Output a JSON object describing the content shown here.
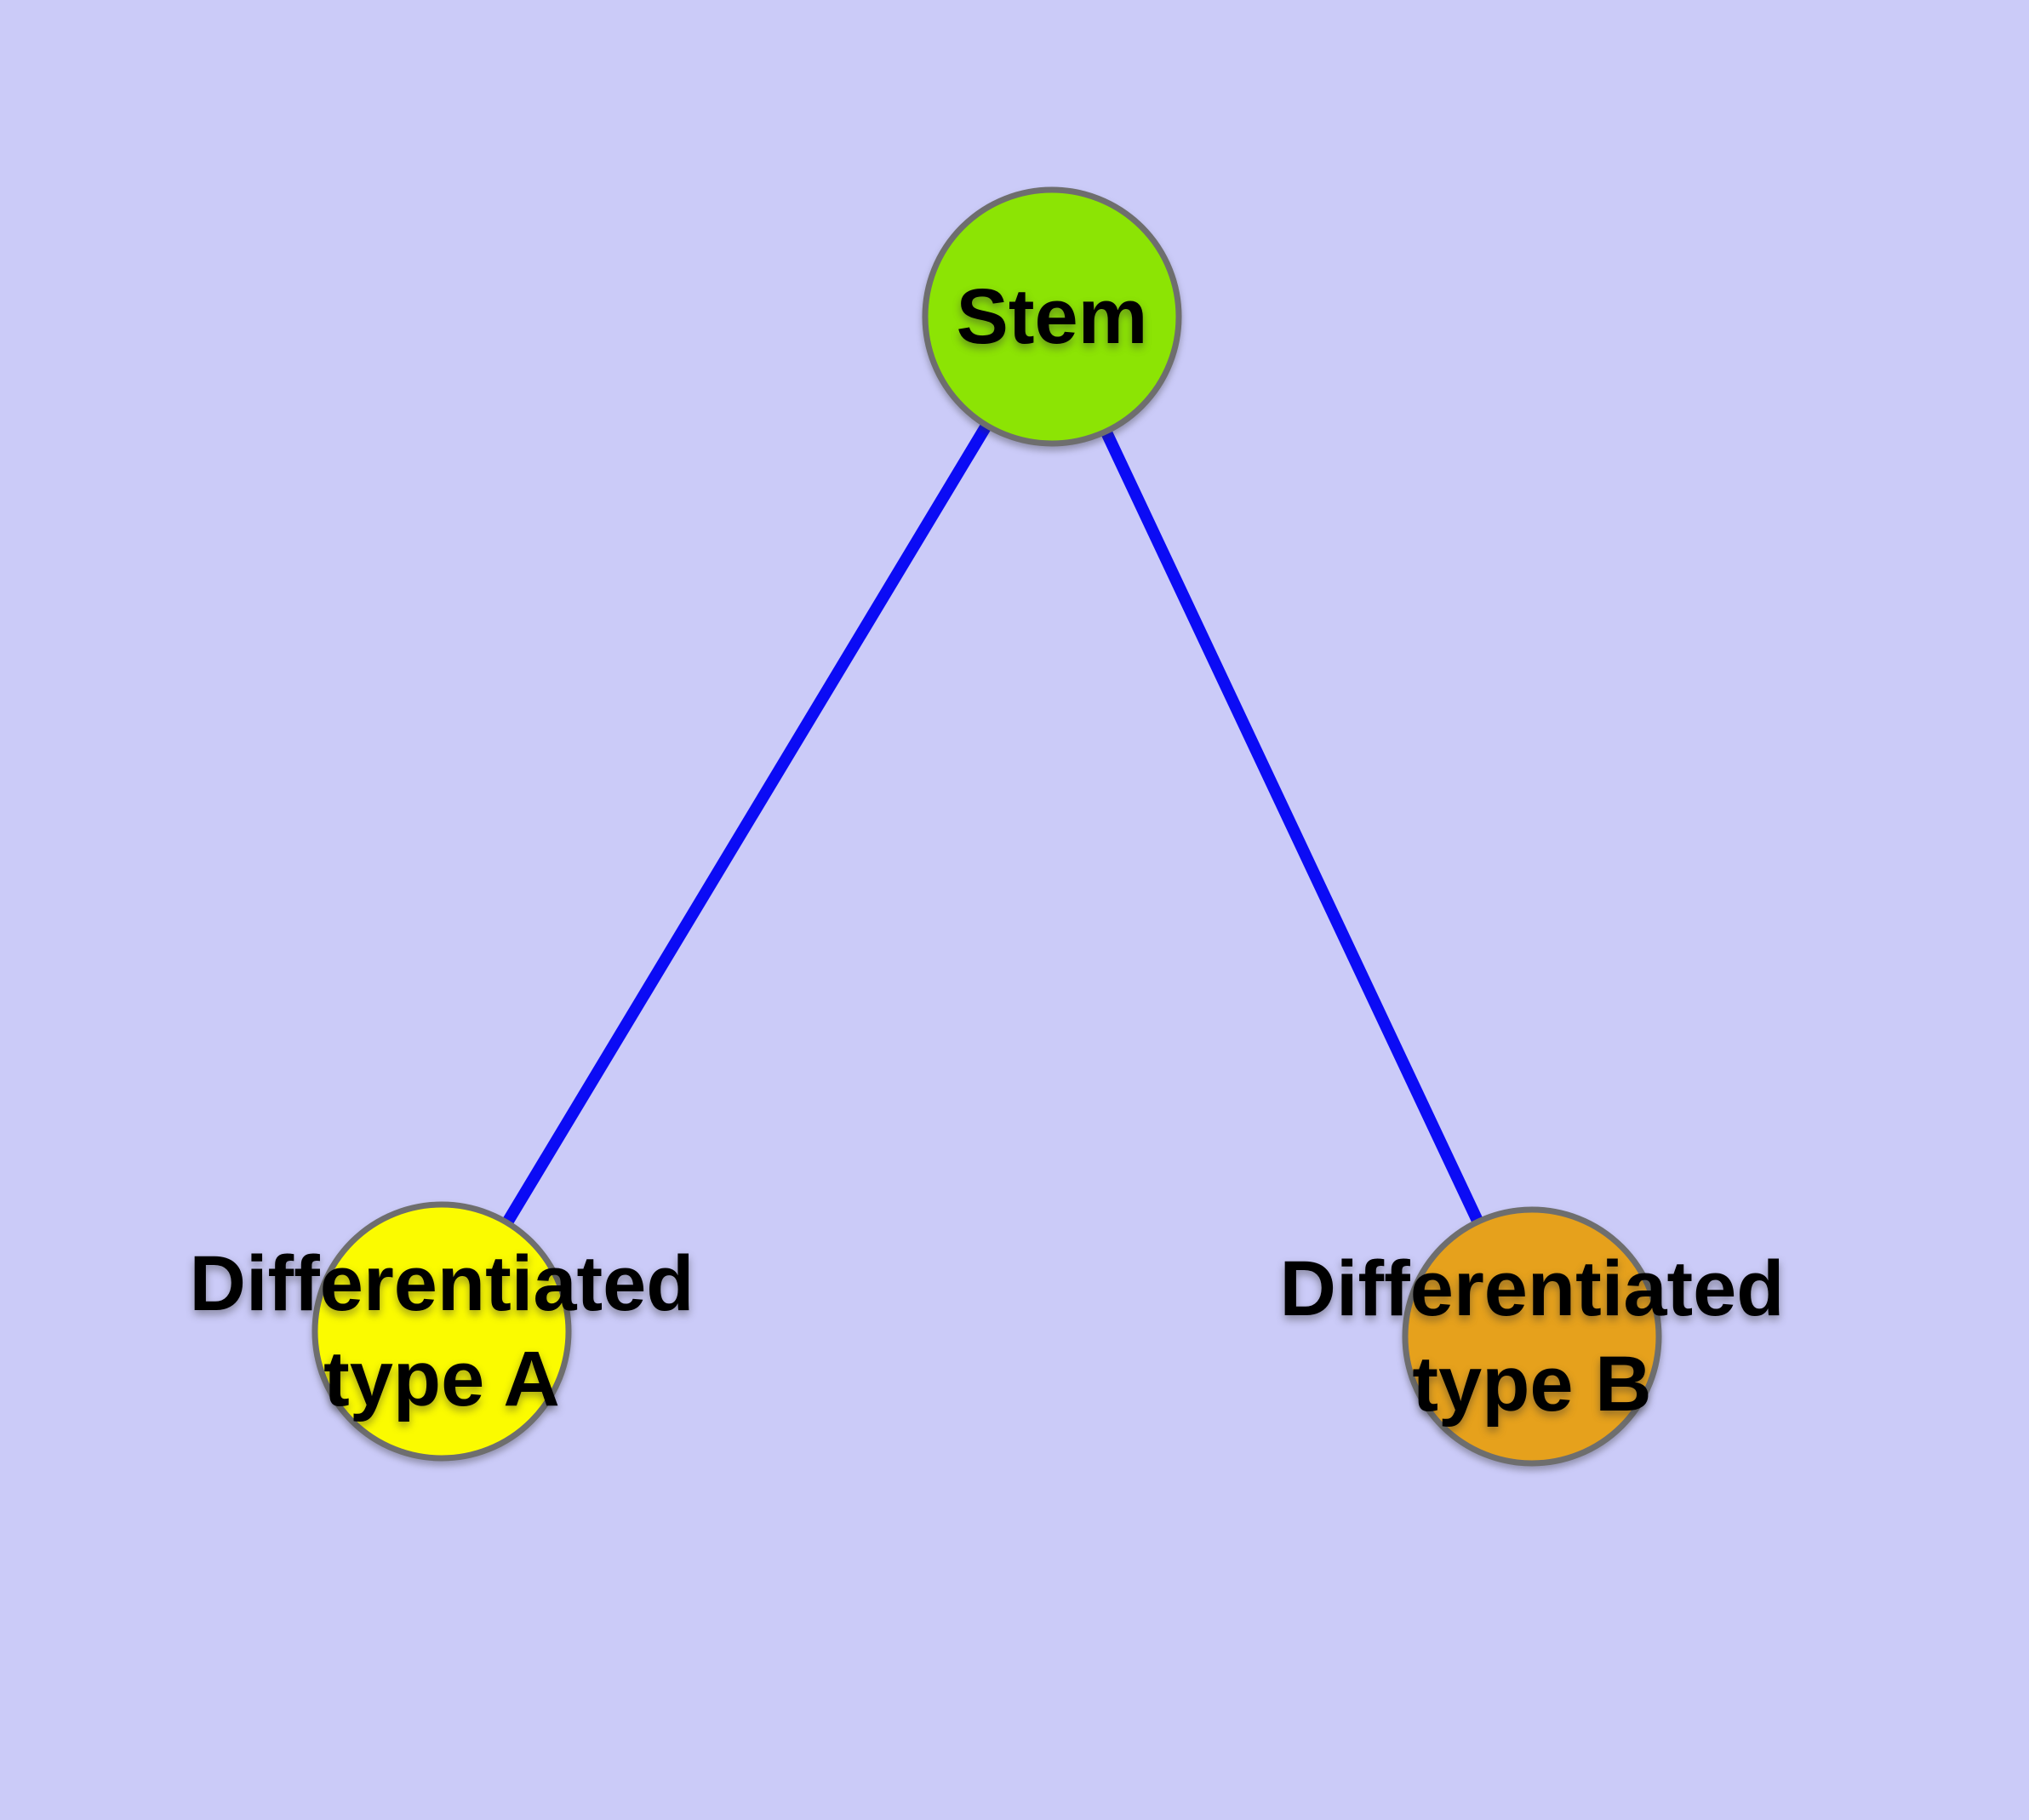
{
  "diagram": {
    "type": "graph",
    "description": "Cell differentiation hierarchy: a stem node with two differentiated daughter types",
    "background_color": "#cbcbf8",
    "edge_color": "#0b0bf5",
    "node_border_color": "#6e6e6e",
    "label_color": "#000000",
    "nodes": [
      {
        "id": "stem",
        "label": "Stem",
        "label_line1": "Stem",
        "label_line2": "",
        "color": "#8ce404"
      },
      {
        "id": "type_a",
        "label": "Differentiated type A",
        "label_line1": "Differentiated",
        "label_line2": "type A",
        "color": "#fbfb00"
      },
      {
        "id": "type_b",
        "label": "Differentiated type B",
        "label_line1": "Differentiated",
        "label_line2": "type B",
        "color": "#e6a11c"
      }
    ],
    "edges": [
      {
        "from": "Stem",
        "to": "Differentiated type A"
      },
      {
        "from": "Stem",
        "to": "Differentiated type B"
      }
    ]
  }
}
